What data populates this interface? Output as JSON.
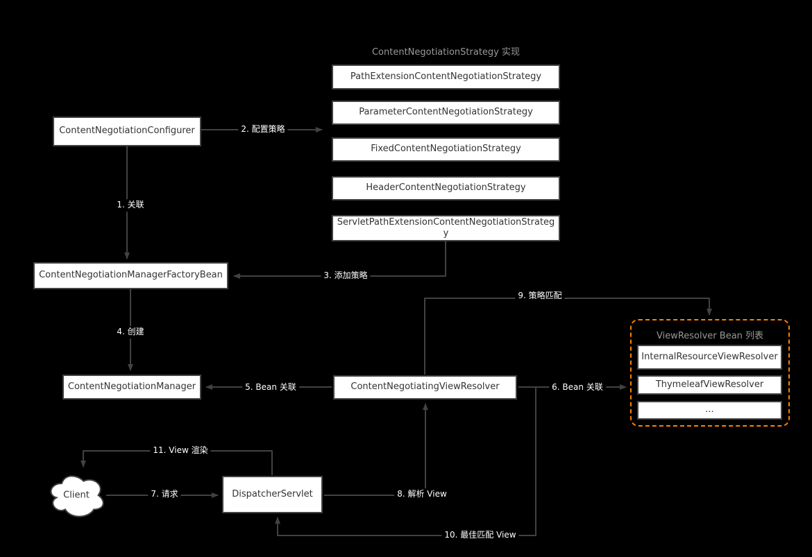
{
  "colors": {
    "background": "#000000",
    "box_fill": "#FFFFFF",
    "box_border": "#424242",
    "box_text": "#333333",
    "line": "#424242",
    "edge_label_text": "#FFFFFF",
    "group_title": "#999999",
    "view_resolver_group_border": "#FF8000"
  },
  "groups": {
    "strategies": {
      "title": "ContentNegotiationStrategy 实现"
    },
    "view_resolvers": {
      "title": "ViewResolver Bean 列表"
    }
  },
  "nodes": {
    "configurer": {
      "label": "ContentNegotiationConfigurer"
    },
    "strategy_path_extension": {
      "label": "PathExtensionContentNegotiationStrategy"
    },
    "strategy_parameter": {
      "label": "ParameterContentNegotiationStrategy"
    },
    "strategy_fixed": {
      "label": "FixedContentNegotiationStrategy"
    },
    "strategy_header": {
      "label": "HeaderContentNegotiationStrategy"
    },
    "strategy_servlet_path_extension": {
      "label": "ServletPathExtensionContentNegotiationStrategy"
    },
    "manager_factory_bean": {
      "label": "ContentNegotiationManagerFactoryBean"
    },
    "manager": {
      "label": "ContentNegotiationManager"
    },
    "negotiating_view_resolver": {
      "label": "ContentNegotiatingViewResolver"
    },
    "internal_resource_view_resolver": {
      "label": "InternalResourceViewResolver"
    },
    "thymeleaf_view_resolver": {
      "label": "ThymeleafViewResolver"
    },
    "more_view_resolvers": {
      "label": "..."
    },
    "client": {
      "label": "Client"
    },
    "dispatcher_servlet": {
      "label": "DispatcherServlet"
    }
  },
  "edges": {
    "e1": {
      "label": "1. 关联"
    },
    "e2": {
      "label": "2. 配置策略"
    },
    "e3": {
      "label": "3. 添加策略"
    },
    "e4": {
      "label": "4. 创建"
    },
    "e5": {
      "label": "5. Bean 关联"
    },
    "e6": {
      "label": "6. Bean 关联"
    },
    "e7": {
      "label": "7. 请求"
    },
    "e8": {
      "label": "8. 解析 View"
    },
    "e9": {
      "label": "9. 策略匹配"
    },
    "e10": {
      "label": "10. 最佳匹配 View"
    },
    "e11": {
      "label": "11. View 渲染"
    }
  }
}
